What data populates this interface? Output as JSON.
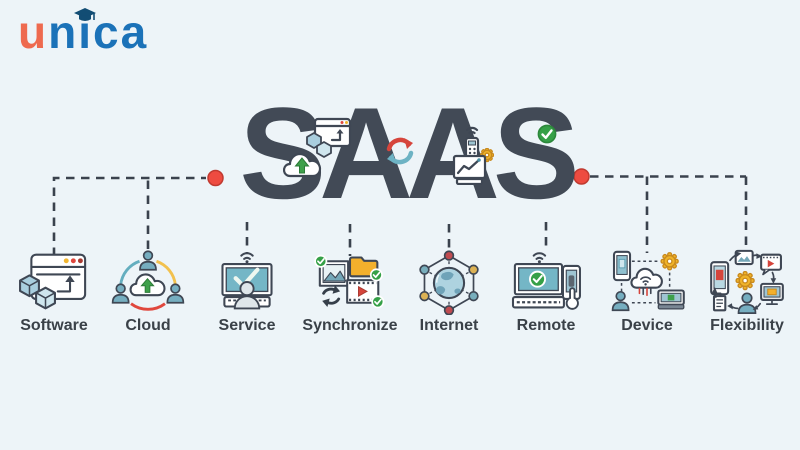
{
  "page": {
    "background": "#edf4f8"
  },
  "logo": {
    "u": "u",
    "rest": "nica",
    "cap_icon": "graduation-cap-icon",
    "u_color": "#ee6a4f",
    "rest_color": "#1b72b8"
  },
  "title": {
    "text": "SAAS",
    "color": "#424a56"
  },
  "connector": {
    "line_color": "#3a424d",
    "dot_color": "#ee4b40"
  },
  "accent_colors": {
    "red": "#e0473d",
    "green": "#35a047",
    "yellow": "#f0b429",
    "teal": "#74b6c6",
    "outline": "#3f4754"
  },
  "title_decorations": [
    {
      "icon": "cloud-upload-icon"
    },
    {
      "icon": "app-window-cubes-icon"
    },
    {
      "icon": "sync-arrows-icon"
    },
    {
      "icon": "remote-control-wifi-icon"
    },
    {
      "icon": "dashboard-gear-icon"
    },
    {
      "icon": "check-circle-icon"
    }
  ],
  "items": [
    {
      "label": "Software",
      "icon": "software-window-cubes-icon"
    },
    {
      "label": "Cloud",
      "icon": "cloud-upload-users-icon"
    },
    {
      "label": "Service",
      "icon": "monitor-check-person-icon"
    },
    {
      "label": "Synchronize",
      "icon": "media-files-sync-icon"
    },
    {
      "label": "Internet",
      "icon": "globe-network-icon"
    },
    {
      "label": "Remote",
      "icon": "monitor-phone-touch-icon"
    },
    {
      "label": "Device",
      "icon": "devices-cloud-network-icon"
    },
    {
      "label": "Flexibility",
      "icon": "workflow-cycle-icon"
    }
  ]
}
